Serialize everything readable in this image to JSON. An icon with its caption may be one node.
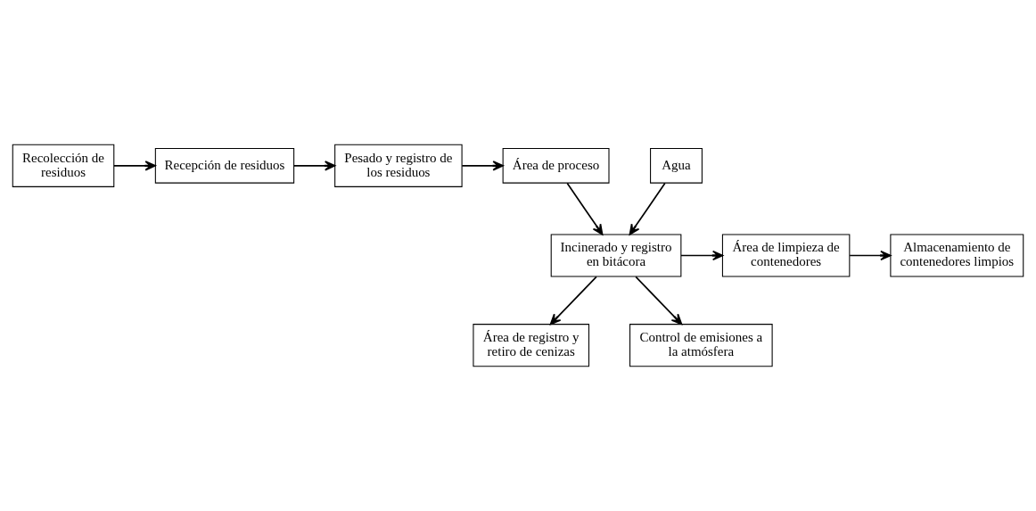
{
  "diagram": {
    "nodes": [
      {
        "text": [
          "Recolección de residuos"
        ]
      },
      {
        "text": [
          "Recepción de residuos"
        ]
      },
      {
        "text": [
          "Pesado y registro de los residuos"
        ]
      },
      {
        "text": [
          "Área de proceso"
        ]
      },
      {
        "text": [
          "Agua"
        ]
      },
      {
        "text": [
          "Incinerado y registro en bitácora"
        ]
      },
      {
        "text": [
          "Área de limpieza de contenedores"
        ]
      },
      {
        "text": [
          "Almacenamiento de contenedores limpios"
        ]
      },
      {
        "text": [
          "Área de registro y retiro de cenizas"
        ]
      },
      {
        "text": [
          "Control de emisiones a la atmósfera"
        ]
      }
    ],
    "edges": [
      {
        "from": 0,
        "to": 1,
        "arrow": "to"
      },
      {
        "from": 1,
        "to": 2,
        "arrow": "to"
      },
      {
        "from": 2,
        "to": 3,
        "arrow": "to"
      },
      {
        "from": 3,
        "to": 5,
        "arrow": "to"
      },
      {
        "from": 4,
        "to": 5,
        "arrow": "to"
      },
      {
        "from": 5,
        "to": 6,
        "arrow": "to"
      },
      {
        "from": 6,
        "to": 7,
        "arrow": "to"
      },
      {
        "from": 5,
        "to": 8,
        "arrow": "to"
      },
      {
        "from": 5,
        "to": 9,
        "arrow": "to"
      }
    ]
  }
}
